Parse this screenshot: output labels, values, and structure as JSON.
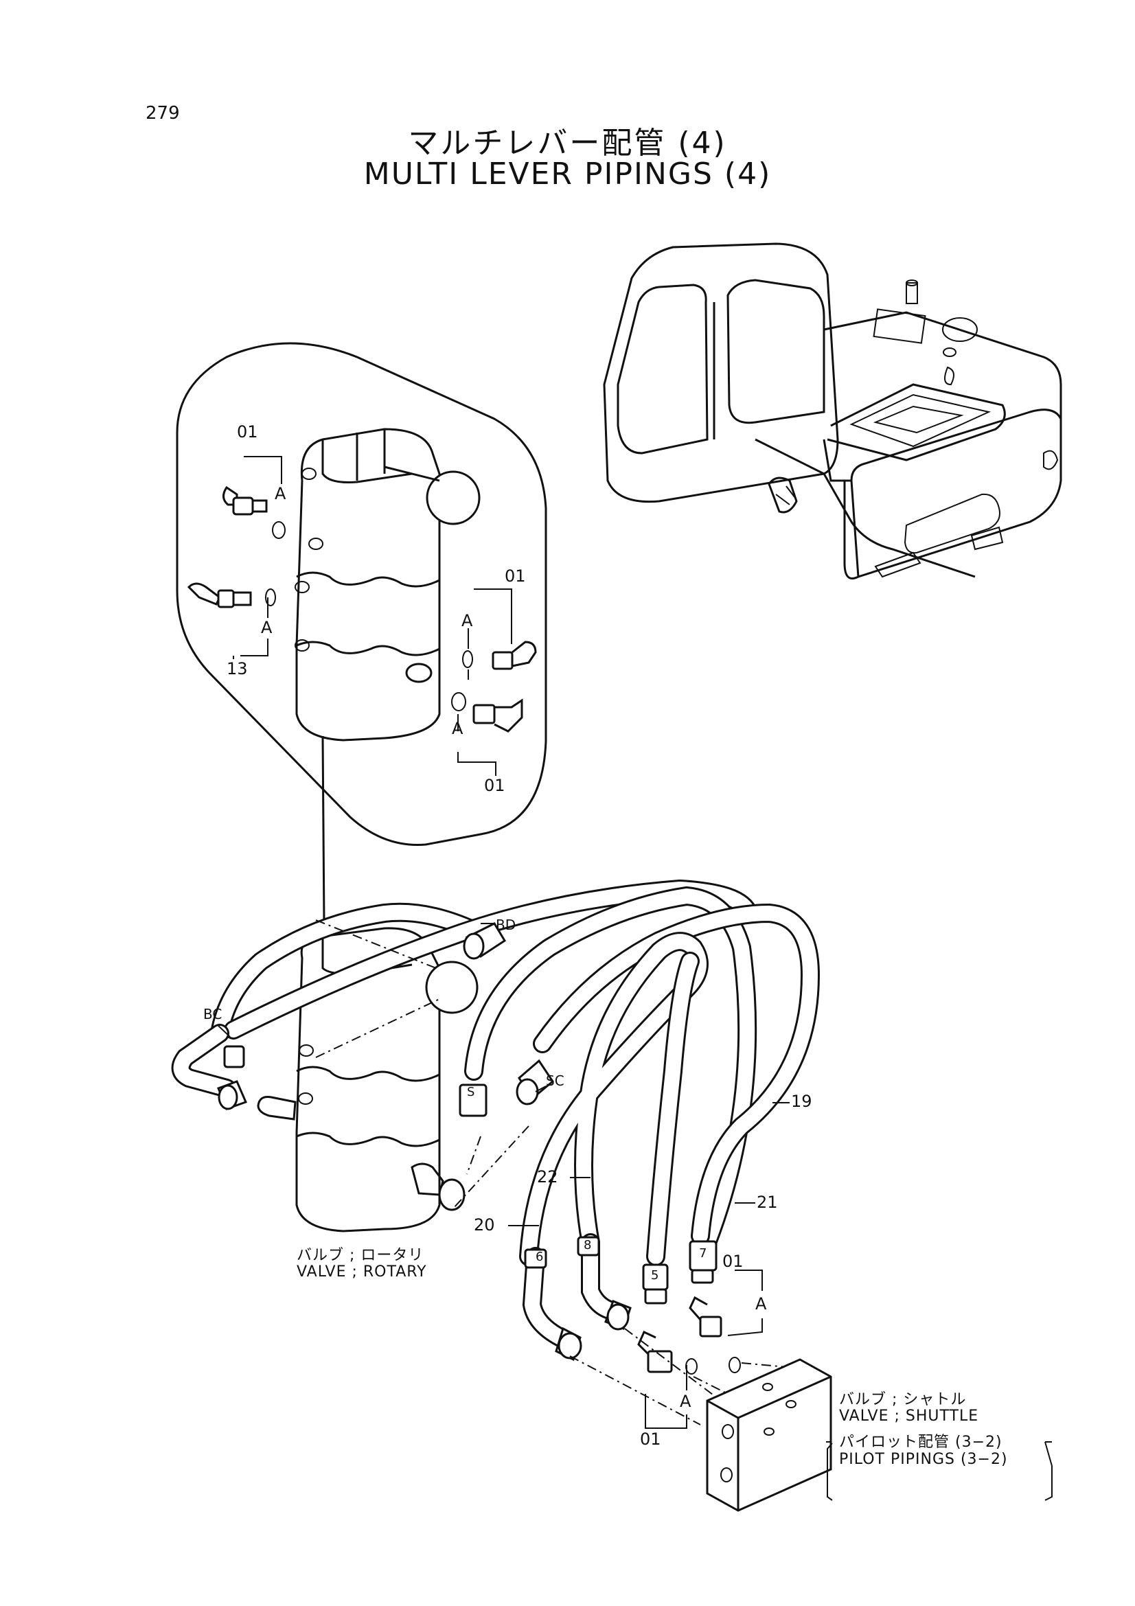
{
  "page": {
    "number": "279",
    "title_jp": "マルチレバー配管 (4)",
    "title_en": "MULTI LEVER PIPINGS (4)"
  },
  "detail_callouts": {
    "top_left": "01",
    "top_left_a": "A",
    "left_a": "A",
    "left_part": "13",
    "right_part": "01",
    "right_a": "A",
    "bottom_a": "A",
    "bottom_part": "01"
  },
  "port_labels": {
    "bd": "BD",
    "bc": "BC",
    "sc": "SC",
    "s": "S"
  },
  "hose_markers": [
    "6",
    "8",
    "5",
    "7"
  ],
  "part_numbers": {
    "p19": "19",
    "p22": "22",
    "p21": "21",
    "p20": "20",
    "p01_upper": "01",
    "a_upper": "A",
    "a_lower": "A",
    "p01_lower": "01"
  },
  "captions": {
    "rotary_jp": "バルブ ; ロータリ",
    "rotary_en": "VALVE ; ROTARY",
    "shuttle_jp": "バルブ ; シャトル",
    "shuttle_en": "VALVE ; SHUTTLE",
    "pilot_jp": "パイロット配管 (3−2)",
    "pilot_en": "PILOT PIPINGS (3−2)"
  }
}
